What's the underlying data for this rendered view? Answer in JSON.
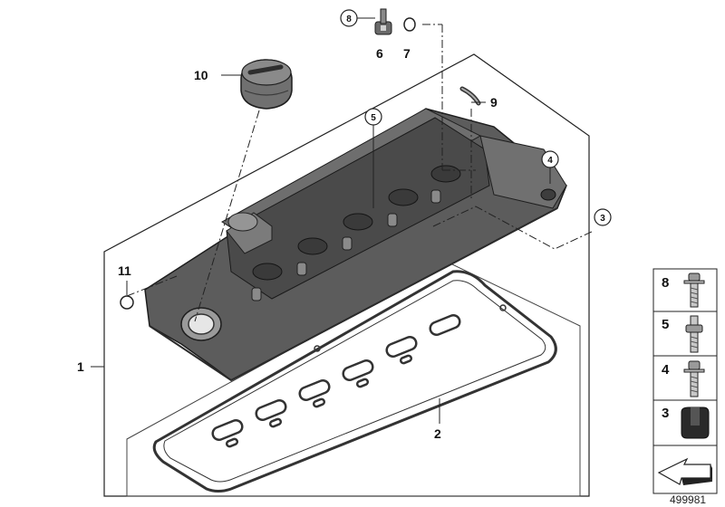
{
  "callouts": {
    "c1": "1",
    "c2": "2",
    "c3": "3",
    "c4": "4",
    "c5": "5",
    "c6": "6",
    "c7": "7",
    "c8": "8",
    "c9": "9",
    "c10": "10",
    "c11": "11"
  },
  "legend": [
    {
      "number": "8",
      "icon": "flange-bolt-long-icon"
    },
    {
      "number": "5",
      "icon": "stud-bolt-icon"
    },
    {
      "number": "4",
      "icon": "flange-bolt-short-icon"
    },
    {
      "number": "3",
      "icon": "rubber-grommet-icon"
    },
    {
      "number": "",
      "icon": "direction-arrow-icon"
    }
  ],
  "diagram_ref": "499981"
}
